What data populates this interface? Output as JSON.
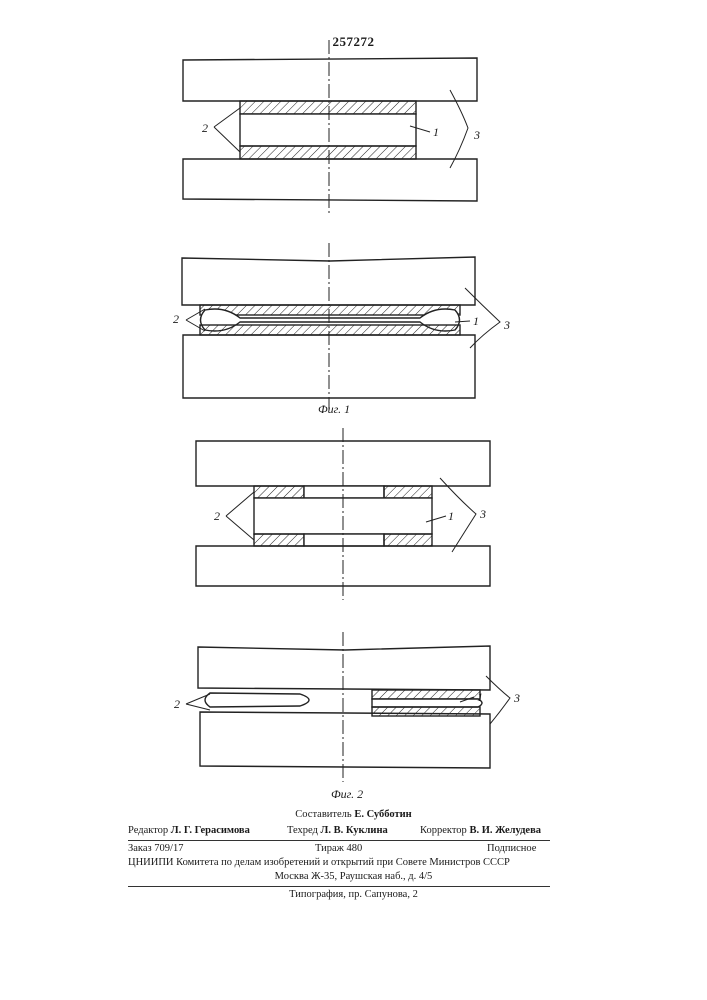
{
  "header": {
    "patent_number": "257272"
  },
  "figures": {
    "fig1": {
      "caption": "Фиг. 1",
      "labels": {
        "one": "1",
        "two": "2",
        "three": "3"
      }
    },
    "fig2": {
      "caption": "Фиг. 2",
      "labels": {
        "one": "1",
        "two": "2",
        "three": "3"
      }
    }
  },
  "colophon": {
    "compiler_label": "Составитель",
    "compiler_name": "Е. Субботин",
    "editor_label": "Редактор",
    "editor_name": "Л. Г. Герасимова",
    "techred_label": "Техред",
    "techred_name": "Л. В. Куклина",
    "corrector_label": "Корректор",
    "corrector_name": "В. И. Желудева",
    "order": "Заказ 709/17",
    "circulation": "Тираж 480",
    "subscription": "Подписное",
    "institution": "ЦНИИПИ Комитета по делам изобретений и открытий при Совете Министров СССР",
    "address": "Москва Ж-35, Раушская наб., д. 4/5",
    "printer": "Типография, пр. Сапунова, 2"
  }
}
